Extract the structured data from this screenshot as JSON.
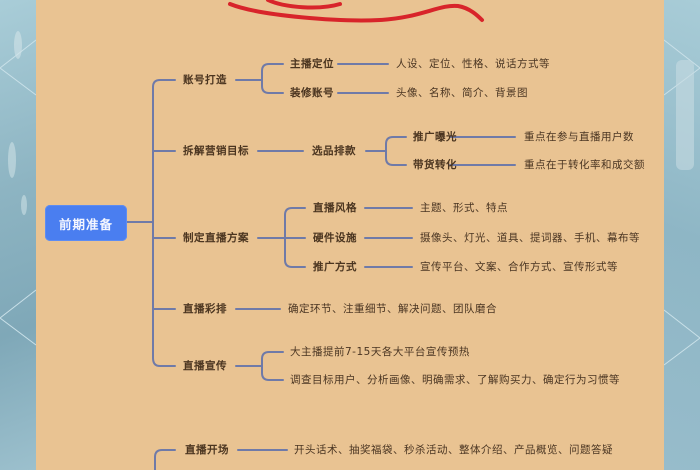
{
  "mindmap": {
    "root": "前期准备",
    "branches": [
      {
        "label": "账号打造",
        "children": [
          {
            "label": "主播定位",
            "detail": "人设、定位、性格、说话方式等"
          },
          {
            "label": "装修账号",
            "detail": "头像、名称、简介、背景图"
          }
        ]
      },
      {
        "label": "拆解营销目标",
        "middle": "选品排款",
        "children": [
          {
            "label": "推广曝光",
            "detail": "重点在参与直播用户数"
          },
          {
            "label": "带货转化",
            "detail": "重点在于转化率和成交额"
          }
        ]
      },
      {
        "label": "制定直播方案",
        "children": [
          {
            "label": "直播风格",
            "detail": "主题、形式、特点"
          },
          {
            "label": "硬件设施",
            "detail": "摄像头、灯光、道具、提词器、手机、幕布等"
          },
          {
            "label": "推广方式",
            "detail": "宣传平台、文案、合作方式、宣传形式等"
          }
        ]
      },
      {
        "label": "直播彩排",
        "detail": "确定环节、注重细节、解决问题、团队磨合"
      },
      {
        "label": "直播宣传",
        "children": [
          {
            "detail": "大主播提前7-15天各大平台宣传预热"
          },
          {
            "detail": "调查目标用户、分析画像、明确需求、了解购买力、确定行为习惯等"
          }
        ]
      }
    ],
    "next_section": {
      "label": "直播开场",
      "detail": "开头话术、抽奖福袋、秒杀活动、整体介绍、产品概览、问题答疑"
    }
  },
  "colors": {
    "paper": "#e9c392",
    "root_node": "#4a7ef0",
    "connector": "#6f7aa8",
    "text": "#4b3520",
    "annotation": "#d8242a",
    "side_panels": "#8fb6c4"
  }
}
